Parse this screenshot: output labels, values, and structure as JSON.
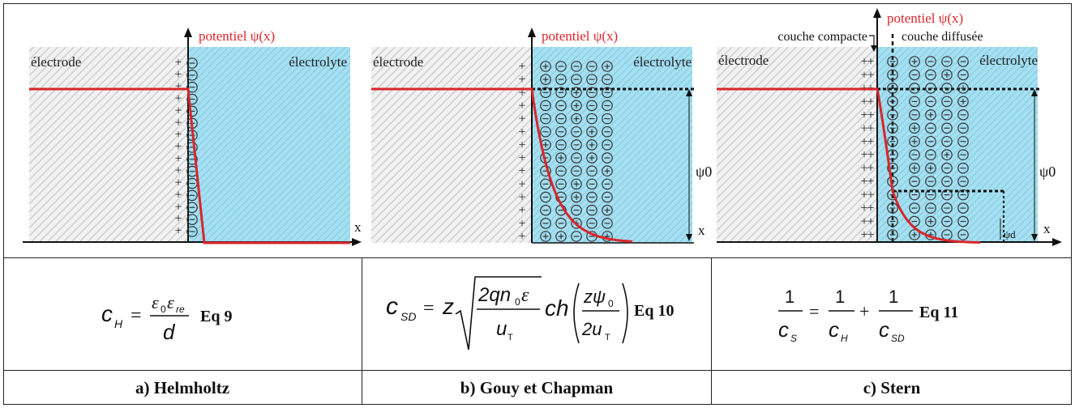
{
  "panels": [
    {
      "id": "a",
      "left_label": "électrode",
      "right_label": "électrolyte",
      "potential_label": "potentiel ψ(x)",
      "x_axis_label": "x",
      "equation_tag": "Eq 9",
      "caption": "a) Helmholtz"
    },
    {
      "id": "b",
      "left_label": "électrode",
      "right_label": "électrolyte",
      "potential_label": "potentiel ψ(x)",
      "x_axis_label": "x",
      "psi0_label": "ψ0",
      "equation_tag": "Eq 10",
      "caption": "b) Gouy et Chapman"
    },
    {
      "id": "c",
      "left_label": "électrode",
      "right_label": "électrolyte",
      "potential_label": "potentiel ψ(x)",
      "x_axis_label": "x",
      "psi0_label": "ψ0",
      "psid_label": "ψd",
      "compact_label": "couche compacte",
      "diffuse_label": "couche diffusée",
      "equation_tag": "Eq 11",
      "caption": "c) Stern"
    }
  ],
  "colors": {
    "electrode_hatch": "#bdbdbd",
    "electrolyte": "#9fdcef",
    "electrolyte_hatch": "#6fc3df",
    "potential_curve": "#d9262b",
    "label_red": "#d9262b",
    "ion_stroke": "#333333"
  }
}
